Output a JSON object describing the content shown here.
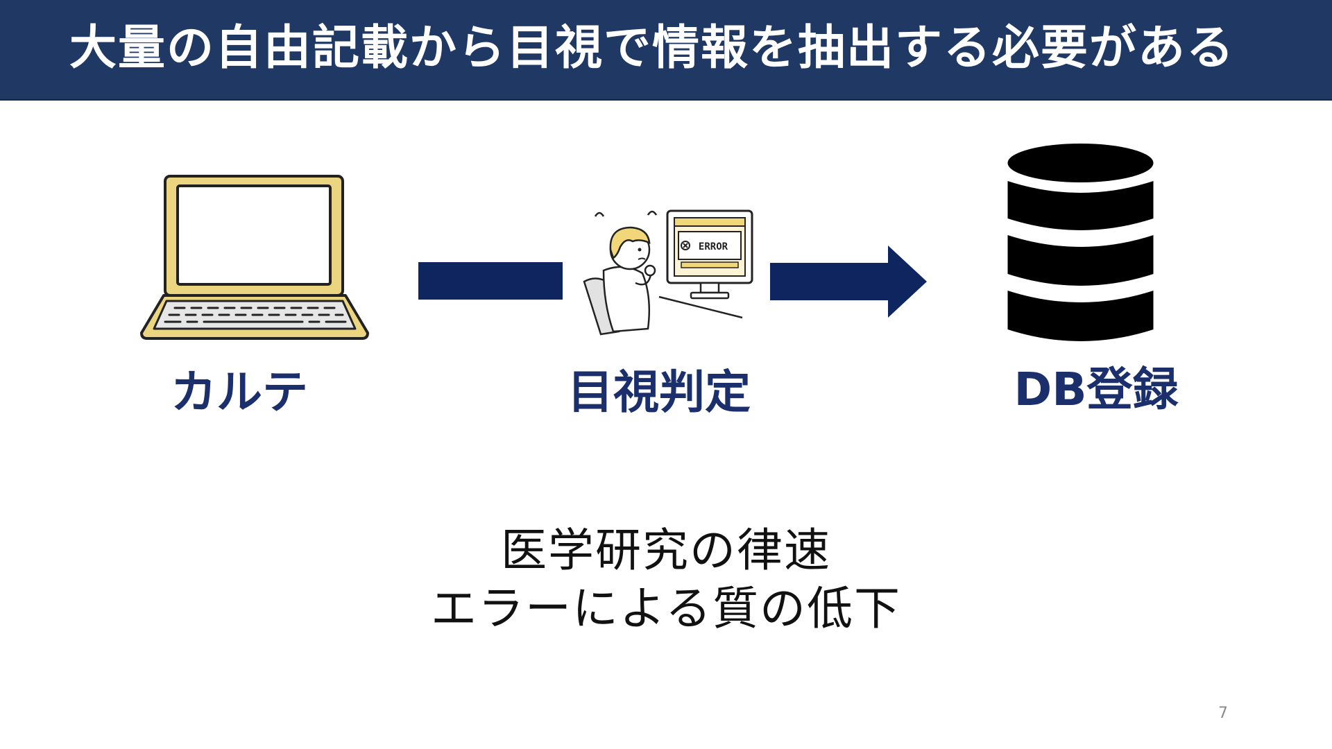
{
  "slide": {
    "title": "大量の自由記載から目視で情報を抽出する必要がある",
    "colors": {
      "title_bar": "#1f3864",
      "accent_navy": "#0f2560",
      "laptop_yellow": "#ecd580",
      "label_blue": "#1a2f6b"
    },
    "steps": [
      {
        "label": "カルテ",
        "icon": "laptop-icon"
      },
      {
        "label": "目視判定",
        "icon": "person-at-computer-icon"
      },
      {
        "label": "DB登録",
        "icon": "database-icon"
      }
    ],
    "error_screen_text": "ERROR",
    "connectors": [
      "bar-connector",
      "arrow-right-icon"
    ],
    "bottom_lines": [
      "医学研究の律速",
      "エラーによる質の低下"
    ],
    "page_number": "7"
  }
}
